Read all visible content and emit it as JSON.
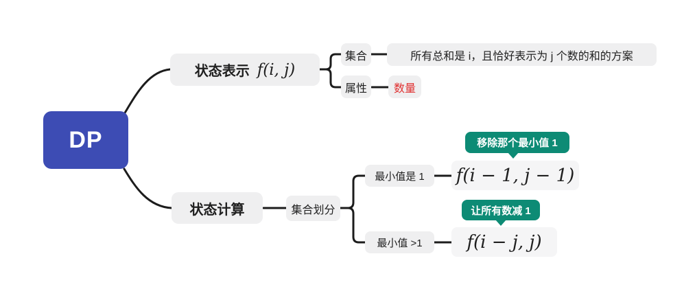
{
  "root": {
    "label": "DP"
  },
  "branches": {
    "state_repr": {
      "label": "状态表示",
      "formula": "f(i, j)",
      "children": {
        "set": {
          "label": "集合",
          "desc": "所有总和是 i，且恰好表示为 j 个数的和的方案"
        },
        "attr": {
          "label": "属性",
          "value": "数量"
        }
      }
    },
    "state_calc": {
      "label": "状态计算",
      "child": {
        "label": "集合划分"
      },
      "cases": {
        "min_is_1": {
          "label": "最小值是 1",
          "note": "移除那个最小值 1",
          "formula": "f(i − 1, j − 1)"
        },
        "min_gt_1": {
          "label": "最小值 >1",
          "note": "让所有数减 1",
          "formula": "f(i − j, j)"
        }
      }
    }
  },
  "colors": {
    "root_bg": "#3d4cb4",
    "node_bg": "#efeff0",
    "formula_bg": "#f5f5f6",
    "line": "#1c1c1c",
    "attr_value_red": "#e03131",
    "note_green": "#0d8b75",
    "note_text": "#ffffff"
  }
}
